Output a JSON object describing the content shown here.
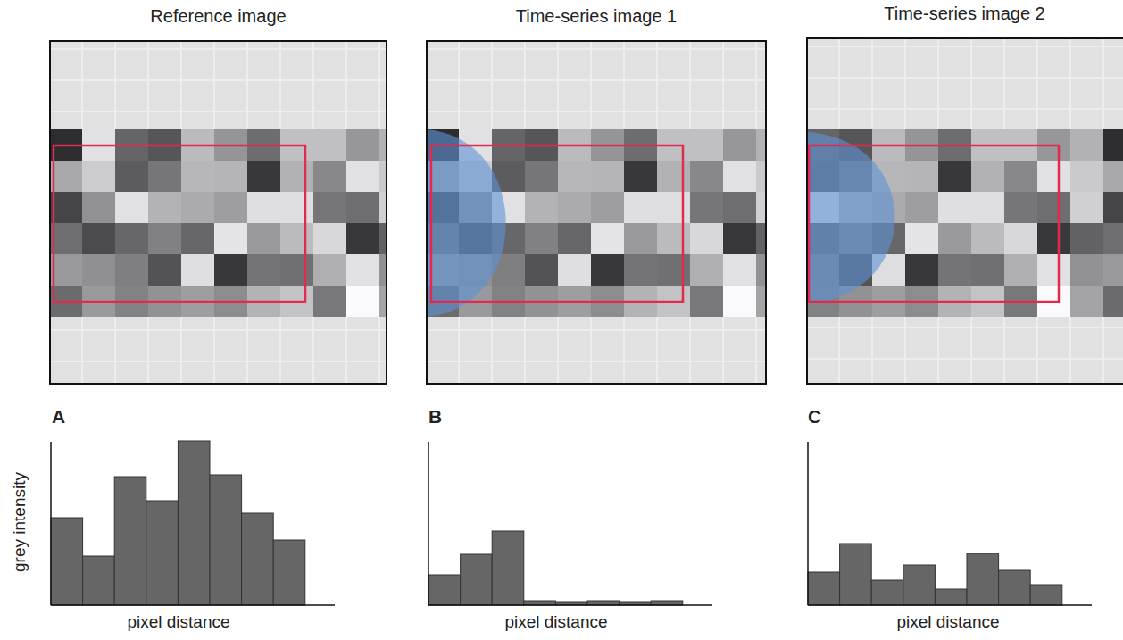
{
  "diagram": {
    "nodes": [
      {
        "text": [
          "Reference image"
        ]
      },
      {
        "text": [
          "Time-series image 1"
        ]
      },
      {
        "text": [
          "Time-series image 2"
        ]
      }
    ],
    "labels": [
      "A",
      "B",
      "C",
      "grey intensity",
      "pixel distance",
      "pixel distance",
      "pixel distance"
    ]
  }
}
